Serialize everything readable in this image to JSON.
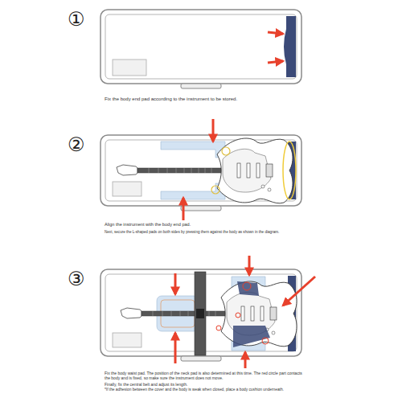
{
  "diagram": {
    "labels": [
      "①",
      "Fix the body end pad according to the instrument to be stored.",
      "②",
      "Align the instrument with the body end pad.",
      "Next, secure the L-shaped pads on both sides by pressing them against the body as shown in the diagram.",
      "③",
      "Fix the body waist pad. The position of the neck pad is also determined at this time. The red circle part contacts the body and is fixed, so make sure the instrument does not move.",
      "Finally, fix the central belt and adjust its length.",
      "*If the adhesion between the cover and the body is weak when closed, place a body cushion underneath."
    ]
  }
}
